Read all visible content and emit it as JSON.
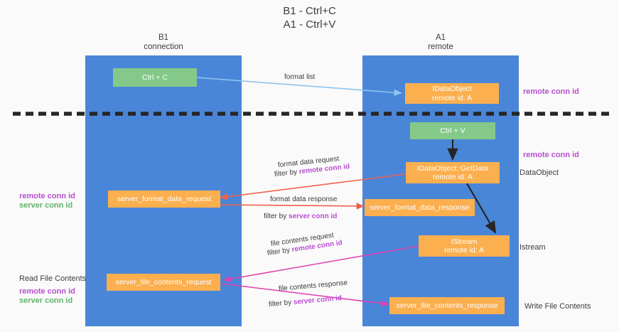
{
  "title": {
    "line1": "B1 - Ctrl+C",
    "line2": "A1 - Ctrl+V"
  },
  "columns": [
    {
      "name": "B1",
      "role": "connection"
    },
    {
      "name": "A1",
      "role": "remote"
    }
  ],
  "colors": {
    "lane": "#4a86d8",
    "green_box": "#84c98a",
    "orange_box": "#fbaf4e",
    "purple_text": "#b84fd1",
    "green_text": "#5fb36a",
    "arrow_lightblue": "#8fc4ee",
    "arrow_red": "#f0614f",
    "arrow_magenta": "#e040b0",
    "arrow_black": "#262626",
    "divider_black": "#262626",
    "page_bg": "#fafafa"
  },
  "boxes": {
    "ctrl_c": {
      "label": "Ctrl + C"
    },
    "get_idataobject": {
      "line1": "IDataObject",
      "line2": "remote id: A"
    },
    "ctrl_v": {
      "label": "Ctrl + V"
    },
    "idataobject_getdata": {
      "line1": "IDataObject::GetData",
      "line2": "remote id: A"
    },
    "server_format_data_request": {
      "label": "server_format_data_request"
    },
    "server_format_data_response": {
      "label": "server_format_data_response"
    },
    "istream": {
      "line1": "IStream",
      "line2": "remote id: A"
    },
    "server_file_contents_request": {
      "label": "server_file_contents_request"
    },
    "server_file_contents_response": {
      "label": "server_file_contents_response"
    }
  },
  "edge_labels": {
    "format_list": {
      "text": "format list"
    },
    "format_data_request": {
      "text": "format data request"
    },
    "format_data_request_filter": {
      "prefix": "filter by ",
      "highlight": "remote conn id"
    },
    "format_data_response": {
      "text": "format data response"
    },
    "format_data_response_filter": {
      "prefix": "filter by ",
      "highlight": "server conn id"
    },
    "file_contents_request": {
      "text": "file contents request"
    },
    "file_contents_request_filter": {
      "prefix": "filter by ",
      "highlight": "remote conn id"
    },
    "file_contents_response": {
      "text": "file contents response"
    },
    "file_contents_response_filter": {
      "prefix": "filter by ",
      "highlight": "server conn id"
    }
  },
  "side_labels": {
    "right_top_remote_conn_id": "remote conn id",
    "right_mid_remote_conn_id": "remote conn id",
    "right_dataobject": "DataObject",
    "right_istream": "Istream",
    "right_write_file_contents": "Write File Contents",
    "left_remote_conn_id_1": "remote conn id",
    "left_server_conn_id_1": "server conn id",
    "left_read_file_contents": "Read File Contents",
    "left_remote_conn_id_2": "remote conn id",
    "left_server_conn_id_2": "server conn id"
  }
}
